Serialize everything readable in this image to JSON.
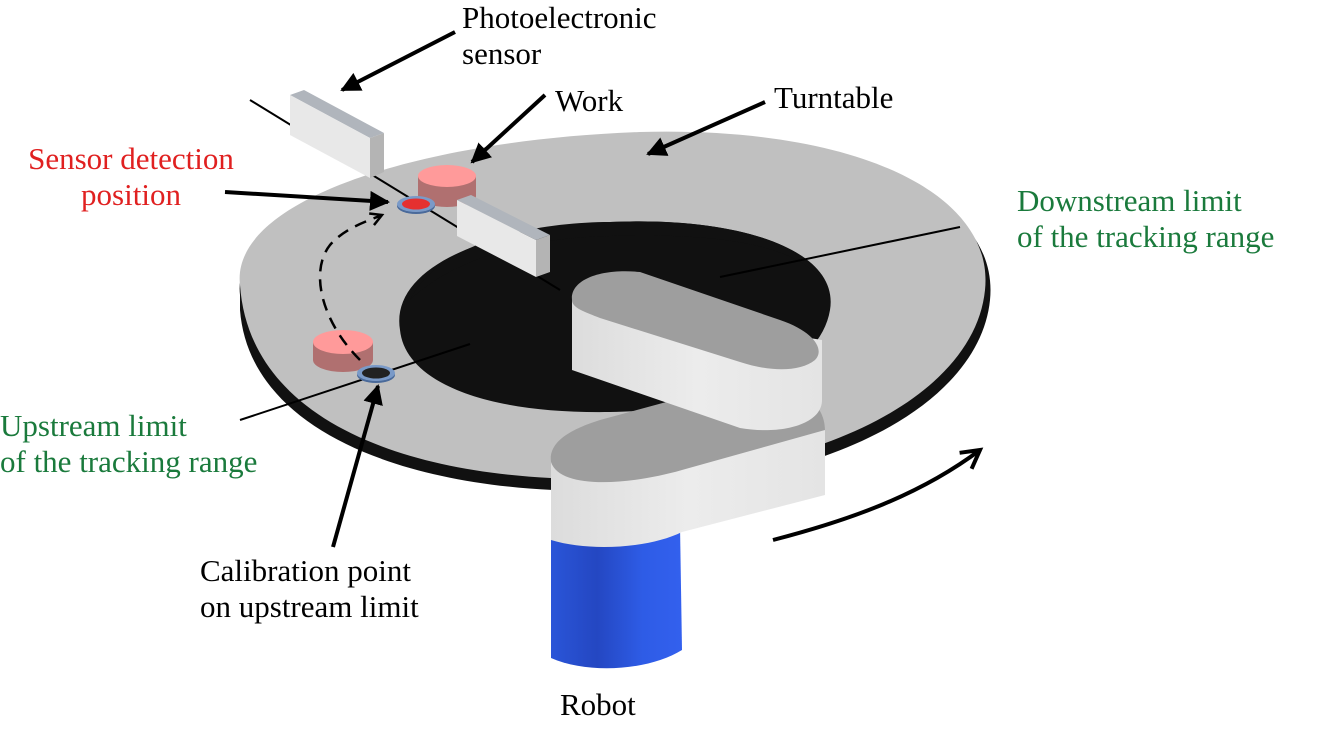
{
  "labels": {
    "photoelectronic_sensor": [
      "Photoelectronic",
      "sensor"
    ],
    "work": "Work",
    "turntable": "Turntable",
    "sensor_detection_position": [
      "Sensor detection",
      "position"
    ],
    "downstream_limit": [
      "Downstream limit",
      "of the tracking range"
    ],
    "upstream_limit": [
      "Upstream limit",
      "of the tracking range"
    ],
    "calibration_point": [
      "Calibration point",
      "on upstream limit"
    ],
    "robot": "Robot"
  },
  "colors": {
    "default_text": "#000000",
    "sensor_detection_text": "#e02020",
    "tracking_range_text": "#1a7a3c",
    "turntable": "#c0c0c0",
    "robot_arm": "#9a9a9a",
    "robot_base": "#2e5ce6",
    "work": "#ff9a9a",
    "detection_marker": "#e53030",
    "calibration_marker": "#222222",
    "marker_ring": "#4a6a9a"
  }
}
